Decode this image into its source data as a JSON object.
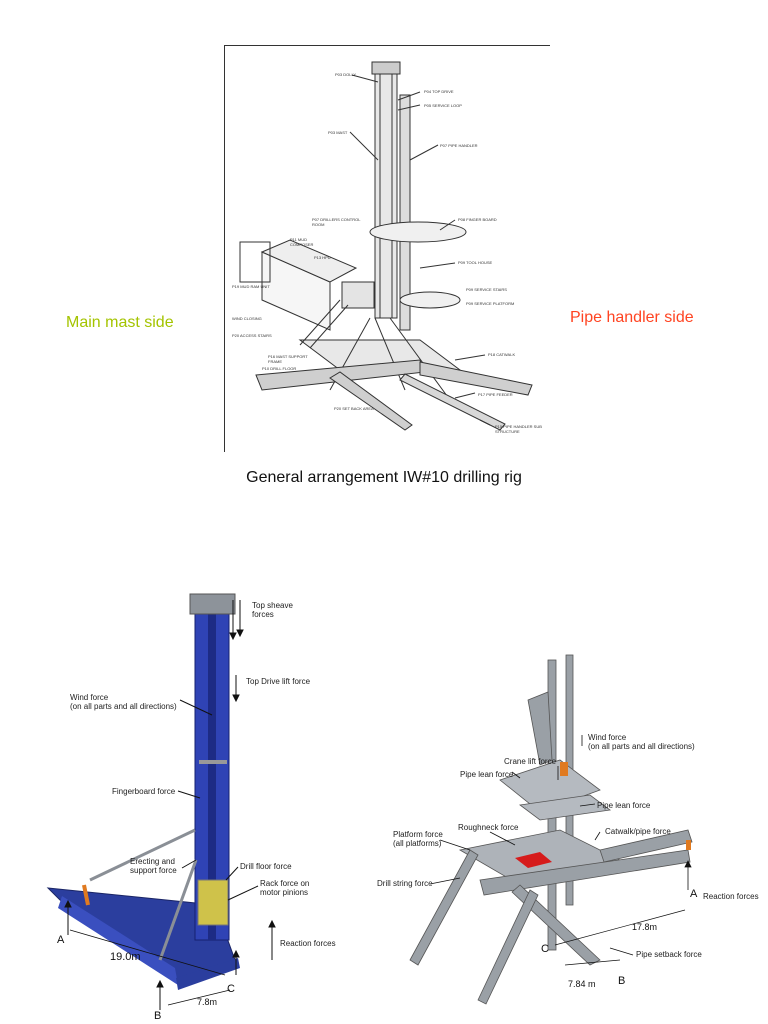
{
  "top": {
    "caption": "General arrangement IW#10 drilling rig",
    "left_side": "Main mast side",
    "right_side": "Pipe handler side",
    "labels": [
      "P03 DOLLY",
      "P04 TOP DRIVE",
      "P05 SERVICE LOOP",
      "P03 MAST",
      "P07 PIPE HANDLER",
      "P07 DRILLERS CONTROL ROOM",
      "P08 FINGER BOARD",
      "P13 HPU",
      "P09 TOOL HOUSE",
      "P11 MUD COMPOSER",
      "P09 SERVICE STAIRS",
      "P09 SERVICE PLATFORM",
      "P19 MUD RAM UNIT",
      "WIND CLOSING",
      "P20 ACCESS STAIRS",
      "P16 MAST SUPPORT FRAME",
      "P10 DRILL FLOOR",
      "P18 CATWALK",
      "P17 PIPE FEEDER",
      "P20 SET BACK AREA",
      "P15 PIPE HANDLER SUB STRUCTURE"
    ]
  },
  "left_diagram": {
    "labels": {
      "top_sheave": "Top sheave\nforces",
      "top_drive": "Top Drive lift force",
      "wind": "Wind force\n(on all parts and all directions)",
      "fingerboard": "Fingerboard force",
      "erecting": "Erecting and\nsupport force",
      "drill_floor": "Drill floor force",
      "rack": "Rack force on\nmotor pinions",
      "reaction": "Reaction forces"
    },
    "dims": {
      "long": "19.0m",
      "short": "7.8m"
    },
    "points": {
      "a": "A",
      "b": "B",
      "c": "C"
    },
    "colors": {
      "mast": "#2a3fae",
      "frame": "#8a8f96",
      "accent": "#d7c84a"
    }
  },
  "right_diagram": {
    "labels": {
      "wind": "Wind force\n(on all parts and all directions)",
      "crane": "Crane lift force",
      "pipe_lean_top": "Pipe lean force",
      "pipe_lean": "Pipe lean force",
      "roughneck": "Roughneck force",
      "catwalk": "Catwalk/pipe force",
      "platform": "Platform force\n(all platforms)",
      "drill_string": "Drill string force",
      "reaction": "Reaction forces",
      "setback": "Pipe setback force"
    },
    "dims": {
      "long": "17.8m",
      "short": "7.84 m"
    },
    "points": {
      "a": "A",
      "b": "B",
      "c": "C"
    },
    "colors": {
      "steel": "#7d838a",
      "highlight": "#d61b1b",
      "orange": "#e07a20"
    }
  }
}
